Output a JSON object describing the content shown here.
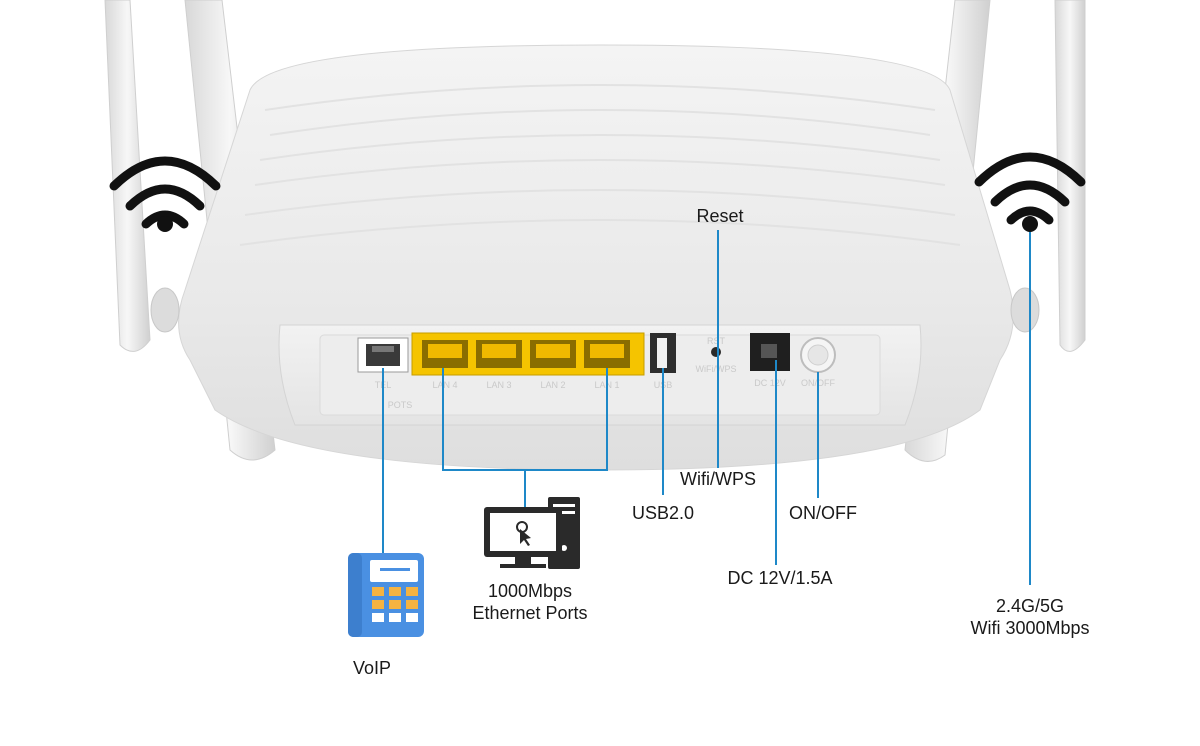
{
  "labels": {
    "reset": "Reset",
    "wifi_wps": "Wifi/WPS",
    "usb": "USB2.0",
    "on_off": "ON/OFF",
    "dc": "DC 12V/1.5A",
    "ethernet_line1": "1000Mbps",
    "ethernet_line2": "Ethernet Ports",
    "voip": "VoIP",
    "wifi_line1": "2.4G/5G",
    "wifi_line2": "Wifi 3000Mbps"
  },
  "port_markings": {
    "tel": "TEL",
    "pots": "POTS",
    "lan4": "LAN 4",
    "lan3": "LAN 3",
    "lan2": "LAN 2",
    "lan1": "LAN 1",
    "usb": "USB",
    "rst": "RST",
    "wifi_wps": "WiFi/WPS",
    "dc": "DC 12V",
    "onoff": "ON/OFF"
  },
  "colors": {
    "callout_line": "#1e88c8",
    "lan_port": "#f5c400",
    "phone_body": "#4a90e2",
    "phone_keys": "#f5b342"
  },
  "icons": [
    "wifi-signal-icon",
    "desktop-computer-icon",
    "telephone-icon"
  ]
}
